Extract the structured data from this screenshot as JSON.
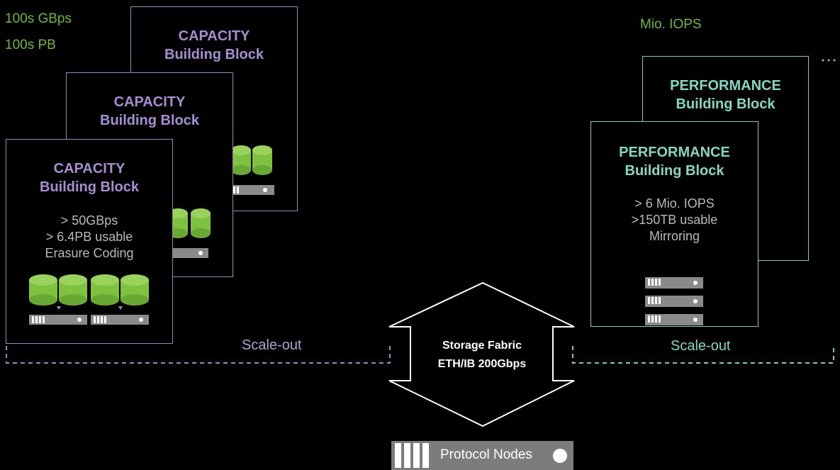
{
  "capacity": {
    "metric_bandwidth": "100s GBps",
    "metric_capacity": "100s PB",
    "block_title_line1": "CAPACITY",
    "block_title_line2": "Building Block",
    "spec_bandwidth": "> 50GBps",
    "spec_capacity": "> 6.4PB usable",
    "spec_protection": "Erasure Coding",
    "scale_label": "Scale-out"
  },
  "performance": {
    "metric_iops": "Mio. IOPS",
    "block_title_line1": "PERFORMANCE",
    "block_title_line2": "Building Block",
    "spec_iops": "> 6 Mio. IOPS",
    "spec_capacity": ">150TB usable",
    "spec_protection": "Mirroring",
    "scale_label": "Scale-out"
  },
  "fabric": {
    "line1": "Storage Fabric",
    "line2": "ETH/IB 200Gbps"
  },
  "protocol_nodes": {
    "label": "Protocol Nodes"
  },
  "colors": {
    "background": "#000000",
    "metric_green": "#6fb63d",
    "capacity_purple": "#a68ed0",
    "performance_teal": "#86d6c2",
    "drive_green": "#7ec23f",
    "server_gray": "#8a8a8a"
  }
}
